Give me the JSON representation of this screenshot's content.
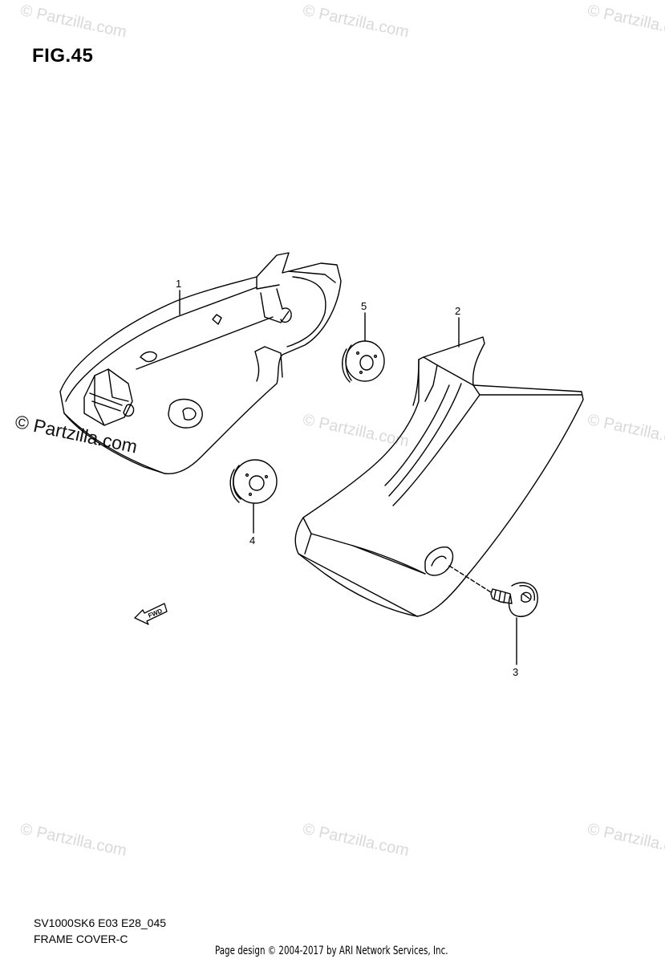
{
  "figure": {
    "title": "FIG.45",
    "model_code": "SV1000SK6 E03 E28_045",
    "section_name": "FRAME COVER-C"
  },
  "credit": "Page design © 2004-2017 by ARI Network Services, Inc.",
  "watermark": "© Partzilla.com",
  "fwd_label": "FWD",
  "callouts": [
    {
      "id": "1",
      "label": "1"
    },
    {
      "id": "2",
      "label": "2"
    },
    {
      "id": "3",
      "label": "3"
    },
    {
      "id": "4",
      "label": "4"
    },
    {
      "id": "5",
      "label": "5"
    }
  ],
  "colors": {
    "line": "#000000",
    "watermark": "#d9d9d9",
    "background": "#ffffff"
  }
}
